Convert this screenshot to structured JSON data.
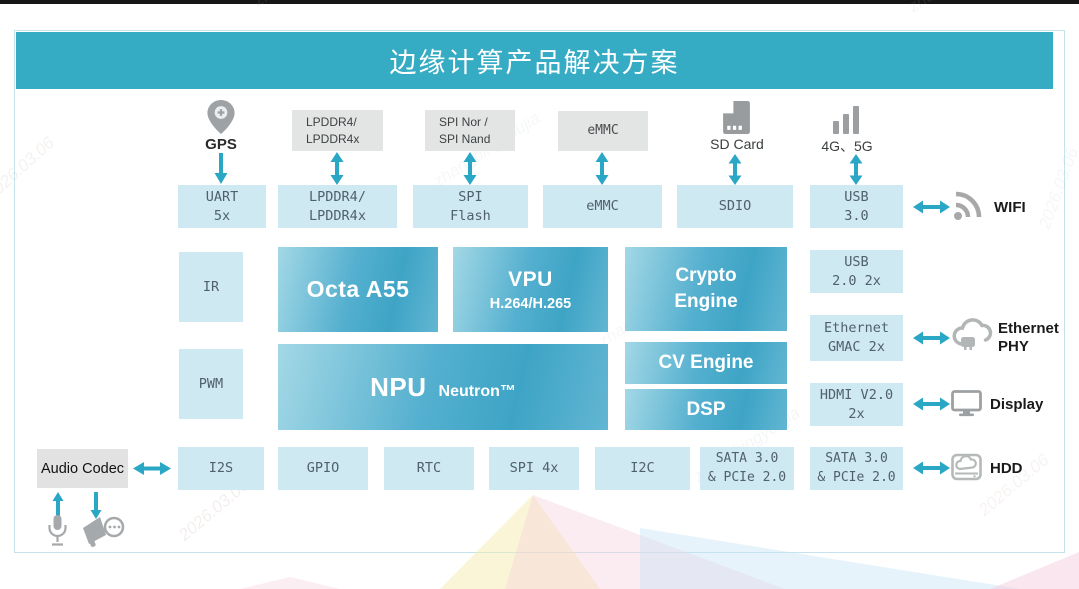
{
  "title": "边缘计算产品解决方案",
  "colors": {
    "accent_teal": "#36abc4",
    "arrow_teal": "#2ba7c6",
    "box_blue": "#cfe9f2",
    "box_gray": "#e3e4e4",
    "gradient_start": "#a3d8e6",
    "gradient_end": "#3ea4c6"
  },
  "top_peripherals": {
    "gps_label": "GPS",
    "lpddr_label": "LPDDR4/\nLPDDR4x",
    "spi_label": "SPI Nor /\nSPI Nand",
    "emmc_label": "eMMC",
    "sd_label": "SD Card",
    "cell_label": "4G、5G"
  },
  "io_row": {
    "uart": "UART\n5x",
    "lpddr": "LPDDR4/\nLPDDR4x",
    "spi_flash": "SPI\nFlash",
    "emmc": "eMMC",
    "sdio": "SDIO",
    "usb3": "USB\n3.0"
  },
  "core": {
    "ir": "IR",
    "pwm": "PWM",
    "octa": "Octa A55",
    "vpu_title": "VPU",
    "vpu_sub": "H.264/H.265",
    "crypto": "Crypto\nEngine",
    "npu_title": "NPU",
    "npu_sub": "Neutron™",
    "cv": "CV Engine",
    "dsp": "DSP"
  },
  "right_col": {
    "usb2": "USB\n2.0 2x",
    "eth": "Ethernet\nGMAC 2x",
    "hdmi": "HDMI V2.0\n2x"
  },
  "bottom_row": {
    "audio": "Audio Codec",
    "i2s": "I2S",
    "gpio": "GPIO",
    "rtc": "RTC",
    "spi4": "SPI 4x",
    "i2c": "I2C",
    "sata": "SATA 3.0\n& PCIe 2.0"
  },
  "externals": {
    "wifi": "WIFI",
    "eth_phy": "Ethernet\nPHY",
    "display": "Display",
    "hdd": "HDD"
  },
  "watermark": {
    "name": "zhangbingyoujia",
    "date": "2026.03.06"
  }
}
